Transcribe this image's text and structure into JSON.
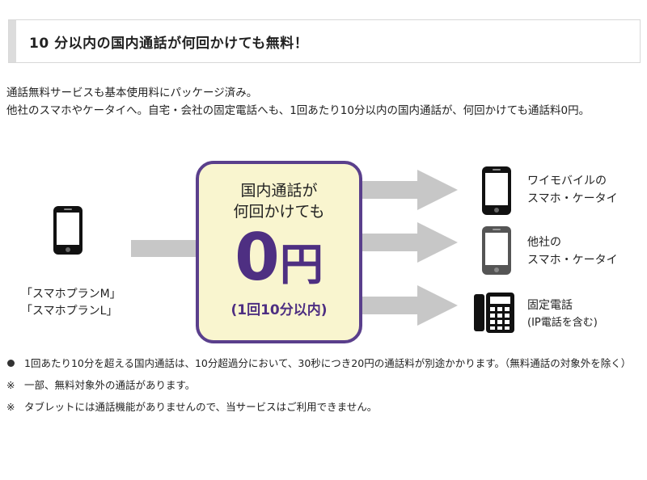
{
  "header": {
    "title": "10 分以内の国内通話が何回かけても無料！"
  },
  "intro": {
    "line1": "通話無料サービスも基本使用料にパッケージ済み。",
    "line2": "他社のスマホやケータイへ。自宅・会社の固定電話へも、1回あたり10分以内の国内通話が、何回かけても通話料0円。"
  },
  "diagram": {
    "center": {
      "line1": "国内通話が",
      "line2": "何回かけても",
      "zero": "0",
      "yen": "円",
      "note": "(1回10分以内)"
    },
    "plans": [
      "「スマホプランM」",
      "「スマホプランL」"
    ],
    "destinations": [
      {
        "line1": "ワイモバイルの",
        "line2": "スマホ・ケータイ",
        "icon": "smartphone-black-icon"
      },
      {
        "line1": "他社の",
        "line2": "スマホ・ケータイ",
        "icon": "smartphone-gray-icon"
      },
      {
        "line1": "固定電話",
        "line2": "(IP電話を含む)",
        "icon": "landline-phone-icon"
      }
    ],
    "colors": {
      "accent": "#4e2f82",
      "box_fill": "#f9f5cf",
      "arrow": "#c7c7c7"
    }
  },
  "notes": [
    {
      "mark": "●",
      "text": "1回あたり10分を超える国内通話は、10分超過分において、30秒につき20円の通話料が別途かかります。（無料通話の対象外を除く）"
    },
    {
      "mark": "※",
      "text": "一部、無料対象外の通話があります。"
    },
    {
      "mark": "※",
      "text": "タブレットには通話機能がありませんので、当サービスはご利用できません。"
    }
  ]
}
